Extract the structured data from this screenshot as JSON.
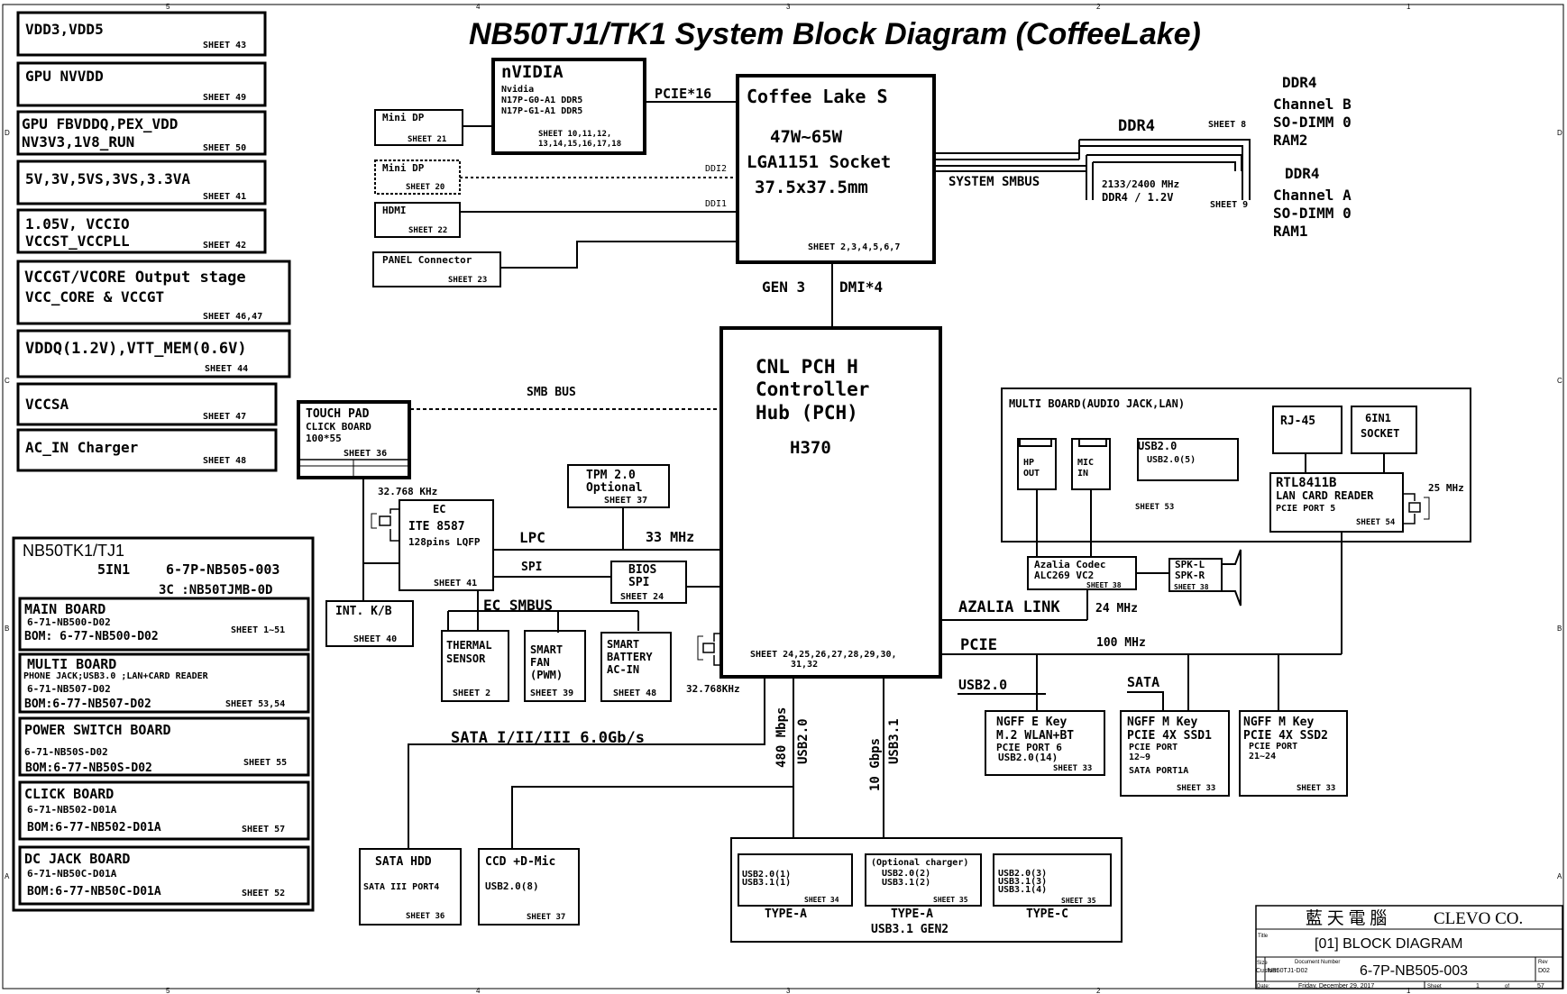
{
  "title": "NB50TJ1/TK1 System Block Diagram (CoffeeLake)",
  "power_list": [
    {
      "lines": [
        "VDD3,VDD5"
      ],
      "sheet": "SHEET 43"
    },
    {
      "lines": [
        "GPU NVVDD"
      ],
      "sheet": "SHEET 49"
    },
    {
      "lines": [
        "GPU FBVDDQ,PEX_VDD",
        "NV3V3,1V8_RUN"
      ],
      "sheet": "SHEET 50"
    },
    {
      "lines": [
        "5V,3V,5VS,3VS,3.3VA"
      ],
      "sheet": "SHEET 41"
    },
    {
      "lines": [
        "1.05V, VCCIO",
        "VCCST_VCCPLL"
      ],
      "sheet": "SHEET 42"
    },
    {
      "lines": [
        "VCCGT/VCORE Output stage",
        "VCC_CORE & VCCGT"
      ],
      "sheet": "SHEET 46,47"
    },
    {
      "lines": [
        "VDDQ(1.2V),VTT_MEM(0.6V)"
      ],
      "sheet": "SHEET 44"
    },
    {
      "lines": [
        "VCCSA"
      ],
      "sheet": "SHEET 47"
    },
    {
      "lines": [
        "AC_IN Charger"
      ],
      "sheet": "SHEET 48"
    }
  ],
  "bom": {
    "title": "NB50TK1/TJ1",
    "line1a": "5IN1",
    "line1b": "6-7P-NB505-003",
    "line2": "3C :NB50TJMB-0D",
    "boards": [
      {
        "name": "MAIN BOARD",
        "sub": "",
        "pn": "6-71-NB500-D02",
        "bom": "BOM: 6-77-NB500-D02",
        "sheet": "SHEET 1~51"
      },
      {
        "name": "MULTI BOARD",
        "sub": "PHONE JACK;USB3.0 ;LAN+CARD READER",
        "pn": "6-71-NB507-D02",
        "bom": "BOM:6-77-NB507-D02",
        "sheet": "SHEET 53,54"
      },
      {
        "name": "POWER SWITCH BOARD",
        "sub": "",
        "pn": "6-71-NB50S-D02",
        "bom": "BOM:6-77-NB50S-D02",
        "sheet": "SHEET 55"
      },
      {
        "name": "CLICK BOARD",
        "sub": "",
        "pn": "6-71-NB502-D01A",
        "bom": "BOM:6-77-NB502-D01A",
        "sheet": "SHEET 57"
      },
      {
        "name": "DC JACK BOARD",
        "sub": "",
        "pn": "6-71-NB50C-D01A",
        "bom": "BOM:6-77-NB50C-D01A",
        "sheet": "SHEET 52"
      }
    ]
  },
  "gpu": {
    "name": "nVIDIA",
    "l1": "Nvidia",
    "l2": "N17P-G0-A1 DDR5",
    "l3": "N17P-G1-A1 DDR5",
    "s1": "SHEET 10,11,12,",
    "s2": "13,14,15,16,17,18"
  },
  "minidp1": {
    "name": "Mini DP",
    "sheet": "SHEET 21"
  },
  "minidp2": {
    "name": "Mini DP",
    "sheet": "SHEET 20"
  },
  "hdmi": {
    "name": "HDMI",
    "sheet": "SHEET 22"
  },
  "panel": {
    "name": "PANEL Connector",
    "sheet": "SHEET 23"
  },
  "ddi2": "DDI2",
  "ddi1": "DDI1",
  "pcie16": "PCIE*16",
  "cpu": {
    "name": "Coffee Lake S",
    "l1": "47W~65W",
    "l2": "LGA1151 Socket",
    "l3": "37.5x37.5mm",
    "sheet": "SHEET 2,3,4,5,6,7"
  },
  "ddr": {
    "top_label": "DDR4",
    "sheet8": "SHEET 8",
    "sheet9": "SHEET 9",
    "speed": "2133/2400 MHz",
    "volt": "DDR4 / 1.2V",
    "smbus": "SYSTEM SMBUS",
    "chB": [
      "DDR4",
      "Channel B",
      "SO-DIMM 0",
      "RAM2"
    ],
    "chA": [
      "DDR4",
      "Channel A",
      "SO-DIMM 0",
      "RAM1"
    ]
  },
  "gen3": "GEN 3",
  "dmi4": "DMI*4",
  "pch": {
    "l1": "CNL PCH H",
    "l2": "Controller",
    "l3": "Hub (PCH)",
    "l4": "H370",
    "s1": "SHEET 24,25,26,27,28,29,30,",
    "s2": "31,32"
  },
  "smb_bus": "SMB BUS",
  "touchpad": {
    "l1": "TOUCH PAD",
    "l2": "CLICK BOARD",
    "l3": "100*55",
    "sheet": "SHEET 36"
  },
  "ec": {
    "xtal": "32.768 KHz",
    "l1": "EC",
    "l2": "ITE 8587",
    "l3": "128pins LQFP",
    "sheet": "SHEET 41"
  },
  "tpm": {
    "l1": "TPM 2.0",
    "l2": "Optional",
    "sheet": "SHEET 37"
  },
  "lpc": "LPC",
  "mhz33": "33 MHz",
  "spi": "SPI",
  "bios": {
    "l1": "BIOS",
    "l2": "SPI",
    "sheet": "SHEET 24"
  },
  "ec_smbus": "EC SMBUS",
  "kb": {
    "name": "INT. K/B",
    "sheet": "SHEET 40"
  },
  "thermal": {
    "l1": "THERMAL",
    "l2": "SENSOR",
    "sheet": "SHEET 2"
  },
  "fan": {
    "l1": "SMART",
    "l2": "FAN",
    "l3": "(PWM)",
    "sheet": "SHEET 39"
  },
  "battery": {
    "l1": "SMART",
    "l2": "BATTERY",
    "l3": "AC-IN",
    "sheet": "SHEET 48"
  },
  "pch_xtal": "32.768KHz",
  "multiboard": {
    "title": "MULTI BOARD(AUDIO JACK,LAN)",
    "hp": [
      "HP",
      "OUT"
    ],
    "mic": [
      "MIC",
      "IN"
    ],
    "usb": [
      "USB2.0",
      "USB2.0(5)"
    ],
    "usb_sheet": "SHEET 53",
    "rj45": "RJ-45",
    "sixin1": [
      "6IN1",
      "SOCKET"
    ],
    "lan": [
      "RTL8411B",
      "LAN CARD READER",
      "PCIE PORT 5"
    ],
    "lan_sheet": "SHEET 54",
    "mhz25": "25 MHz"
  },
  "codec": {
    "l1": "Azalia Codec",
    "l2": "ALC269 VC2",
    "sheet": "SHEET 38"
  },
  "spk": {
    "l1": "SPK-L",
    "l2": "SPK-R",
    "sheet": "SHEET 38"
  },
  "azalia": "AZALIA LINK",
  "mhz24": "24 MHz",
  "pcie": "PCIE",
  "mhz100": "100 MHz",
  "usb20": "USB2.0",
  "sata": "SATA",
  "ngff_e": {
    "l1": "NGFF E Key",
    "l2": "M.2 WLAN+BT",
    "l3": "PCIE PORT 6",
    "l4": "USB2.0(14)",
    "sheet": "SHEET 33"
  },
  "ngff_m1": {
    "l1": "NGFF M Key",
    "l2": "PCIE 4X SSD1",
    "l3": "PCIE PORT",
    "l4": "12~9",
    "l5": "SATA PORT1A",
    "sheet": "SHEET 33"
  },
  "ngff_m2": {
    "l1": "NGFF M Key",
    "l2": "PCIE 4X SSD2",
    "l3": "PCIE PORT",
    "l4": "21~24",
    "sheet": "SHEET 33"
  },
  "sata_bus": "SATA I/II/III 6.0Gb/s",
  "mbps480": "480 Mbps",
  "usb20v": "USB2.0",
  "gbps10": "10 Gbps",
  "usb31v": "USB3.1",
  "hdd": {
    "l1": "SATA HDD",
    "l2": "SATA III PORT4",
    "sheet": "SHEET 36"
  },
  "ccd": {
    "l1": "CCD +D-Mic",
    "l2": "USB2.0(8)",
    "sheet": "SHEET 37"
  },
  "usb_group": {
    "title": "USB3.1 GEN2",
    "a1": {
      "l1": "USB2.0(1)",
      "l2": "USB3.1(1)",
      "sheet": "SHEET 34",
      "label": "TYPE-A"
    },
    "a2": {
      "l0": "(Optional charger)",
      "l1": "USB2.0(2)",
      "l2": "USB3.1(2)",
      "sheet": "SHEET 35",
      "label": "TYPE-A"
    },
    "c": {
      "l1": "USB2.0(3)",
      "l2": "USB3.1(3)",
      "l3": "USB3.1(4)",
      "sheet": "SHEET 35",
      "label": "TYPE-C"
    }
  },
  "titleblock": {
    "company_cn": "藍 天 電 腦",
    "company_en": "CLEVO CO.",
    "title_lbl": "Title",
    "title": "[01] BLOCK DIAGRAM",
    "size_lbl": "Size",
    "size": "Custom",
    "docnum_lbl": "Document Number",
    "docnum": "NB50TJ1-D02",
    "doc": "6-7P-NB505-003",
    "rev_lbl": "Rev",
    "rev": "D02",
    "date_lbl": "Date:",
    "date": "Friday, December 29, 2017",
    "sheet_lbl": "Sheet",
    "sheet_num": "1",
    "of_lbl": "of",
    "sheet_total": "57"
  },
  "frame": {
    "top": [
      "5",
      "4",
      "3",
      "2",
      "1"
    ],
    "bottom": [
      "5",
      "4",
      "3",
      "2",
      "1"
    ],
    "left": [
      "D",
      "C",
      "B",
      "A"
    ],
    "right": [
      "D",
      "C",
      "B",
      "A"
    ]
  }
}
